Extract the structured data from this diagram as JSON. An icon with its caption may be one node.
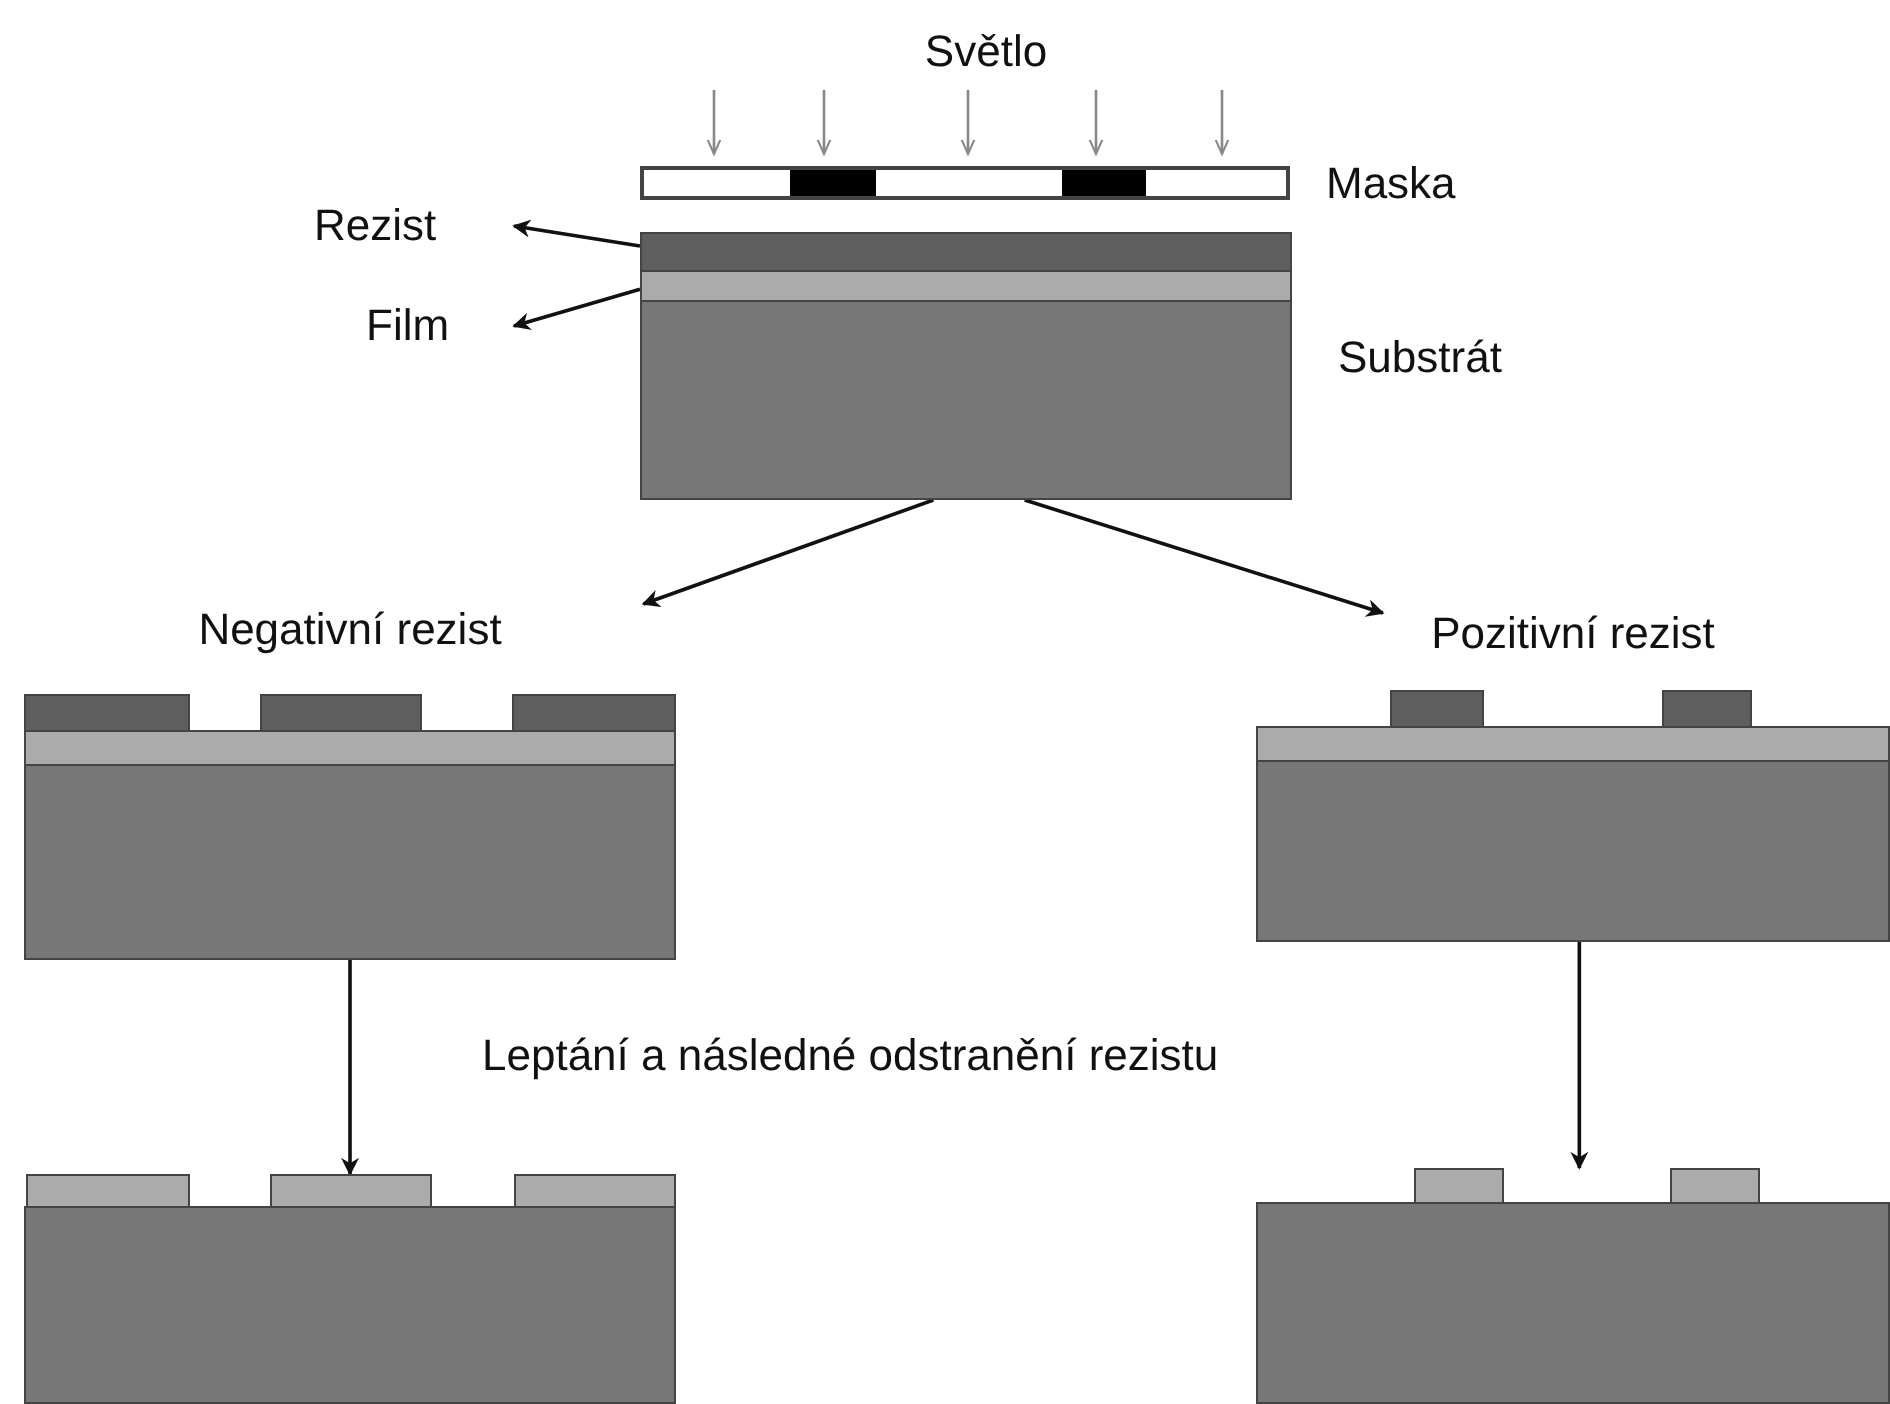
{
  "diagram": {
    "nodes": [
      {
        "text": [
          "Rezist"
        ]
      },
      {
        "text": [
          "Film"
        ]
      },
      {
        "text": [],
        "shape": "box",
        "beside": [
          "Substrát"
        ]
      },
      {
        "text": [],
        "shape": "bar",
        "beside": [
          "Maska"
        ]
      },
      {
        "text": [],
        "shape": "bar"
      },
      {
        "text": [],
        "shape": "bar"
      },
      {
        "text": [
          "Negativní rezist"
        ]
      },
      {
        "text": [
          "Pozitivní rezist"
        ]
      },
      {
        "text": [],
        "shape": "box"
      },
      {
        "text": [],
        "shape": "box"
      }
    ],
    "edges": [
      {
        "from": 4,
        "to": 0,
        "arrow": "to"
      },
      {
        "from": 5,
        "to": 1,
        "arrow": "to"
      },
      {
        "from": 2,
        "to": 6,
        "arrow": "to"
      },
      {
        "from": 2,
        "to": 7,
        "arrow": "to"
      },
      {
        "from": 6,
        "to": 8,
        "arrow": "to"
      },
      {
        "from": 7,
        "to": 9,
        "arrow": "to"
      }
    ],
    "labels": [
      "Světlo",
      "Leptání a následné odstranění rezistu"
    ]
  }
}
